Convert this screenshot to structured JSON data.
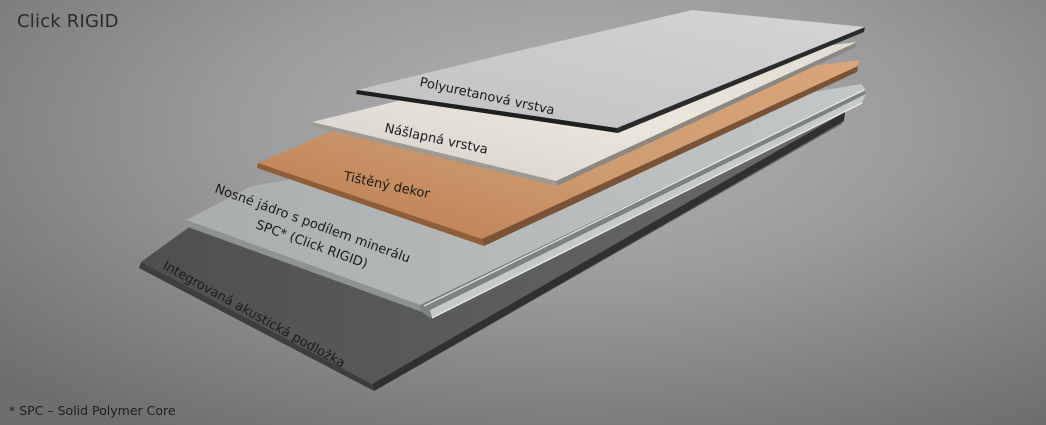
{
  "title": "Click RIGID",
  "footnote": "* SPC – Solid Polymer Core",
  "layers": {
    "polyurethane": "Polyuretanová vrstva",
    "wear": "Nášlapná vrstva",
    "decor": "Tištěný dekor",
    "core_line1": "Nosné jádro s podílem minerálu",
    "core_line2": "SPC* (Click RIGID)",
    "underlay": "Integrovaná akustická podložka"
  },
  "colors": {
    "polyurethane": "#c9cacb",
    "wear": "#e6e0d5",
    "decor": "#c8956a",
    "core": "#b9bdbd",
    "underlay": "#5b5c5c"
  }
}
